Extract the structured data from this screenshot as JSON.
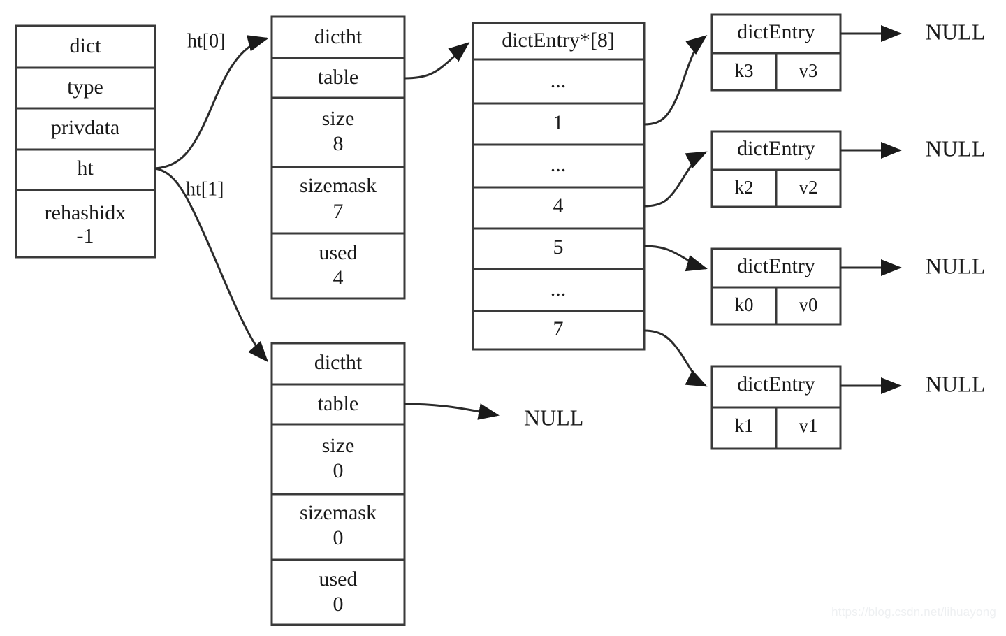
{
  "diagram": {
    "title": "redis-dict-structure",
    "colors": {
      "stroke": "#3a3a3a",
      "text": "#1a1a1a",
      "background": "#ffffff",
      "watermark": "#eef0f2"
    },
    "dict_struct": {
      "name": "dict",
      "fields": [
        {
          "label": "type",
          "value": ""
        },
        {
          "label": "privdata",
          "value": ""
        },
        {
          "label": "ht",
          "value": ""
        },
        {
          "label": "rehashidx",
          "value": "-1"
        }
      ]
    },
    "edge_labels": {
      "ht0": "ht[0]",
      "ht1": "ht[1]"
    },
    "dictht_0": {
      "name": "dictht",
      "fields": [
        {
          "label": "table",
          "value": ""
        },
        {
          "label": "size",
          "value": "8"
        },
        {
          "label": "sizemask",
          "value": "7"
        },
        {
          "label": "used",
          "value": "4"
        }
      ]
    },
    "dictht_1": {
      "name": "dictht",
      "fields": [
        {
          "label": "table",
          "value": ""
        },
        {
          "label": "size",
          "value": "0"
        },
        {
          "label": "sizemask",
          "value": "0"
        },
        {
          "label": "used",
          "value": "0"
        }
      ]
    },
    "bucket_array": {
      "name": "dictEntry*[8]",
      "slots": [
        "...",
        "1",
        "...",
        "4",
        "5",
        "...",
        "7"
      ]
    },
    "entries": [
      {
        "name": "dictEntry",
        "key": "k3",
        "value": "v3",
        "next": "NULL"
      },
      {
        "name": "dictEntry",
        "key": "k2",
        "value": "v2",
        "next": "NULL"
      },
      {
        "name": "dictEntry",
        "key": "k0",
        "value": "v0",
        "next": "NULL"
      },
      {
        "name": "dictEntry",
        "key": "k1",
        "value": "v1",
        "next": "NULL"
      }
    ],
    "null_labels": {
      "table1_null": "NULL"
    },
    "watermark": "https://blog.csdn.net/lihuayong"
  }
}
